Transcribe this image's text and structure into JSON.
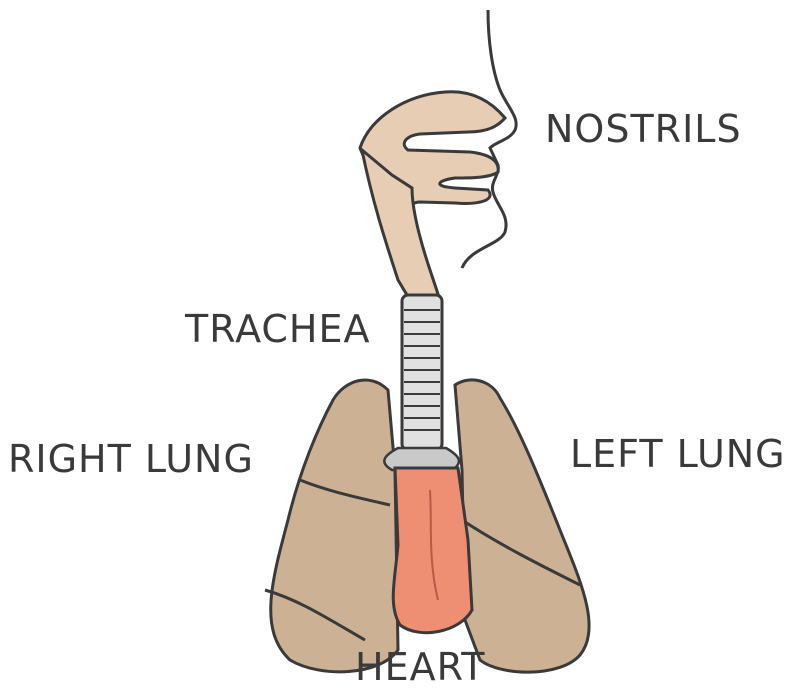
{
  "labels": {
    "nostrils": "NOSTRILS",
    "trachea": "TRACHEA",
    "right_lung": "RIGHT LUNG",
    "left_lung": "LEFT LUNG",
    "heart": "HEART"
  },
  "colors": {
    "tissue": "#e7cdb4",
    "lung": "#cdb195",
    "heart": "#ee8f74",
    "outline": "#3a3a3a",
    "background": "#ffffff"
  }
}
